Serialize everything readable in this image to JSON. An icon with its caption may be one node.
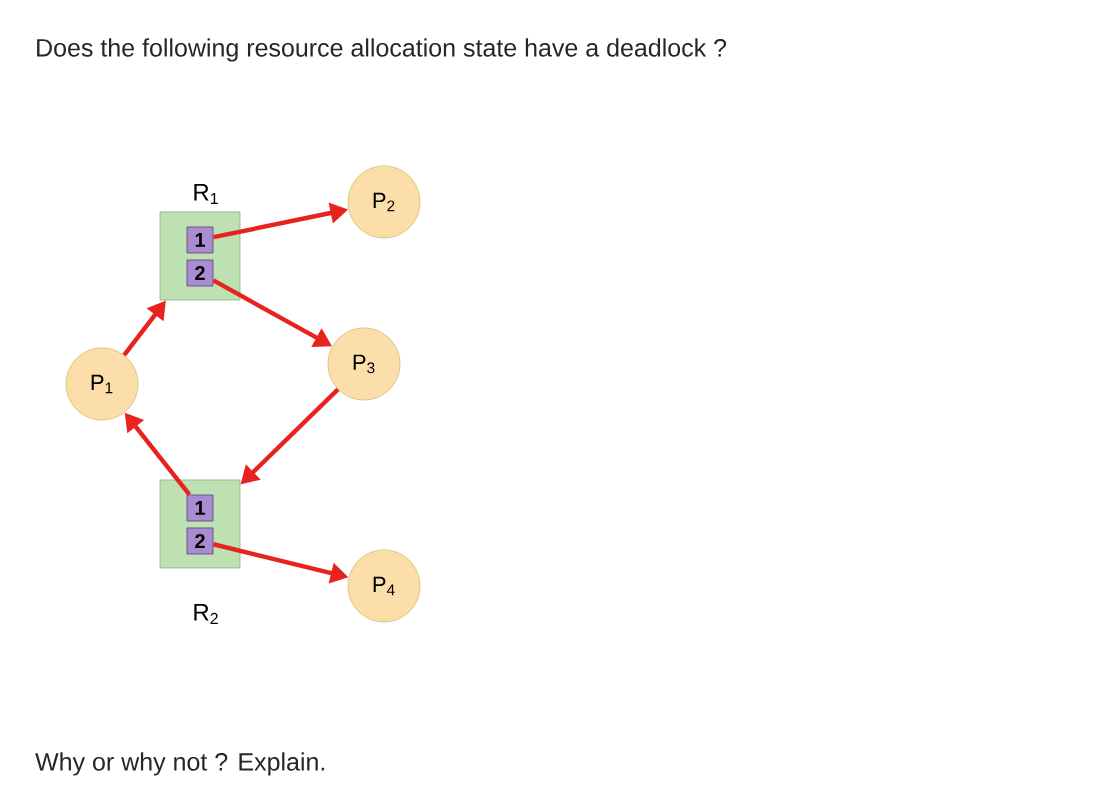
{
  "diagram": {
    "title": "Does the following resource allocation state have a deadlock ?",
    "nodes": [
      {
        "text": [
          "R$_{1}$"
        ]
      },
      {
        "text": [
          "1"
        ],
        "in": 0
      },
      {
        "text": [
          "2"
        ],
        "in": 0
      },
      {
        "text": [
          "R$_{2}$"
        ]
      },
      {
        "text": [
          "1"
        ],
        "in": 3
      },
      {
        "text": [
          "2"
        ],
        "in": 3
      },
      {
        "text": [
          "P$_{1}$"
        ]
      },
      {
        "text": [
          "P$_{2}$"
        ]
      },
      {
        "text": [
          "P$_{3}$"
        ]
      },
      {
        "text": [
          "P$_{4}$"
        ]
      }
    ],
    "edges": [
      {
        "from": 1,
        "to": 7,
        "arrow": "to"
      },
      {
        "from": 2,
        "to": 8,
        "arrow": "to"
      },
      {
        "from": 6,
        "to": 0,
        "arrow": "to"
      },
      {
        "from": 8,
        "to": 3,
        "arrow": "to"
      },
      {
        "from": 4,
        "to": 6,
        "arrow": "to"
      },
      {
        "from": 5,
        "to": 9,
        "arrow": "to"
      }
    ],
    "labels": [
      "Why or why not ? Explain."
    ]
  }
}
